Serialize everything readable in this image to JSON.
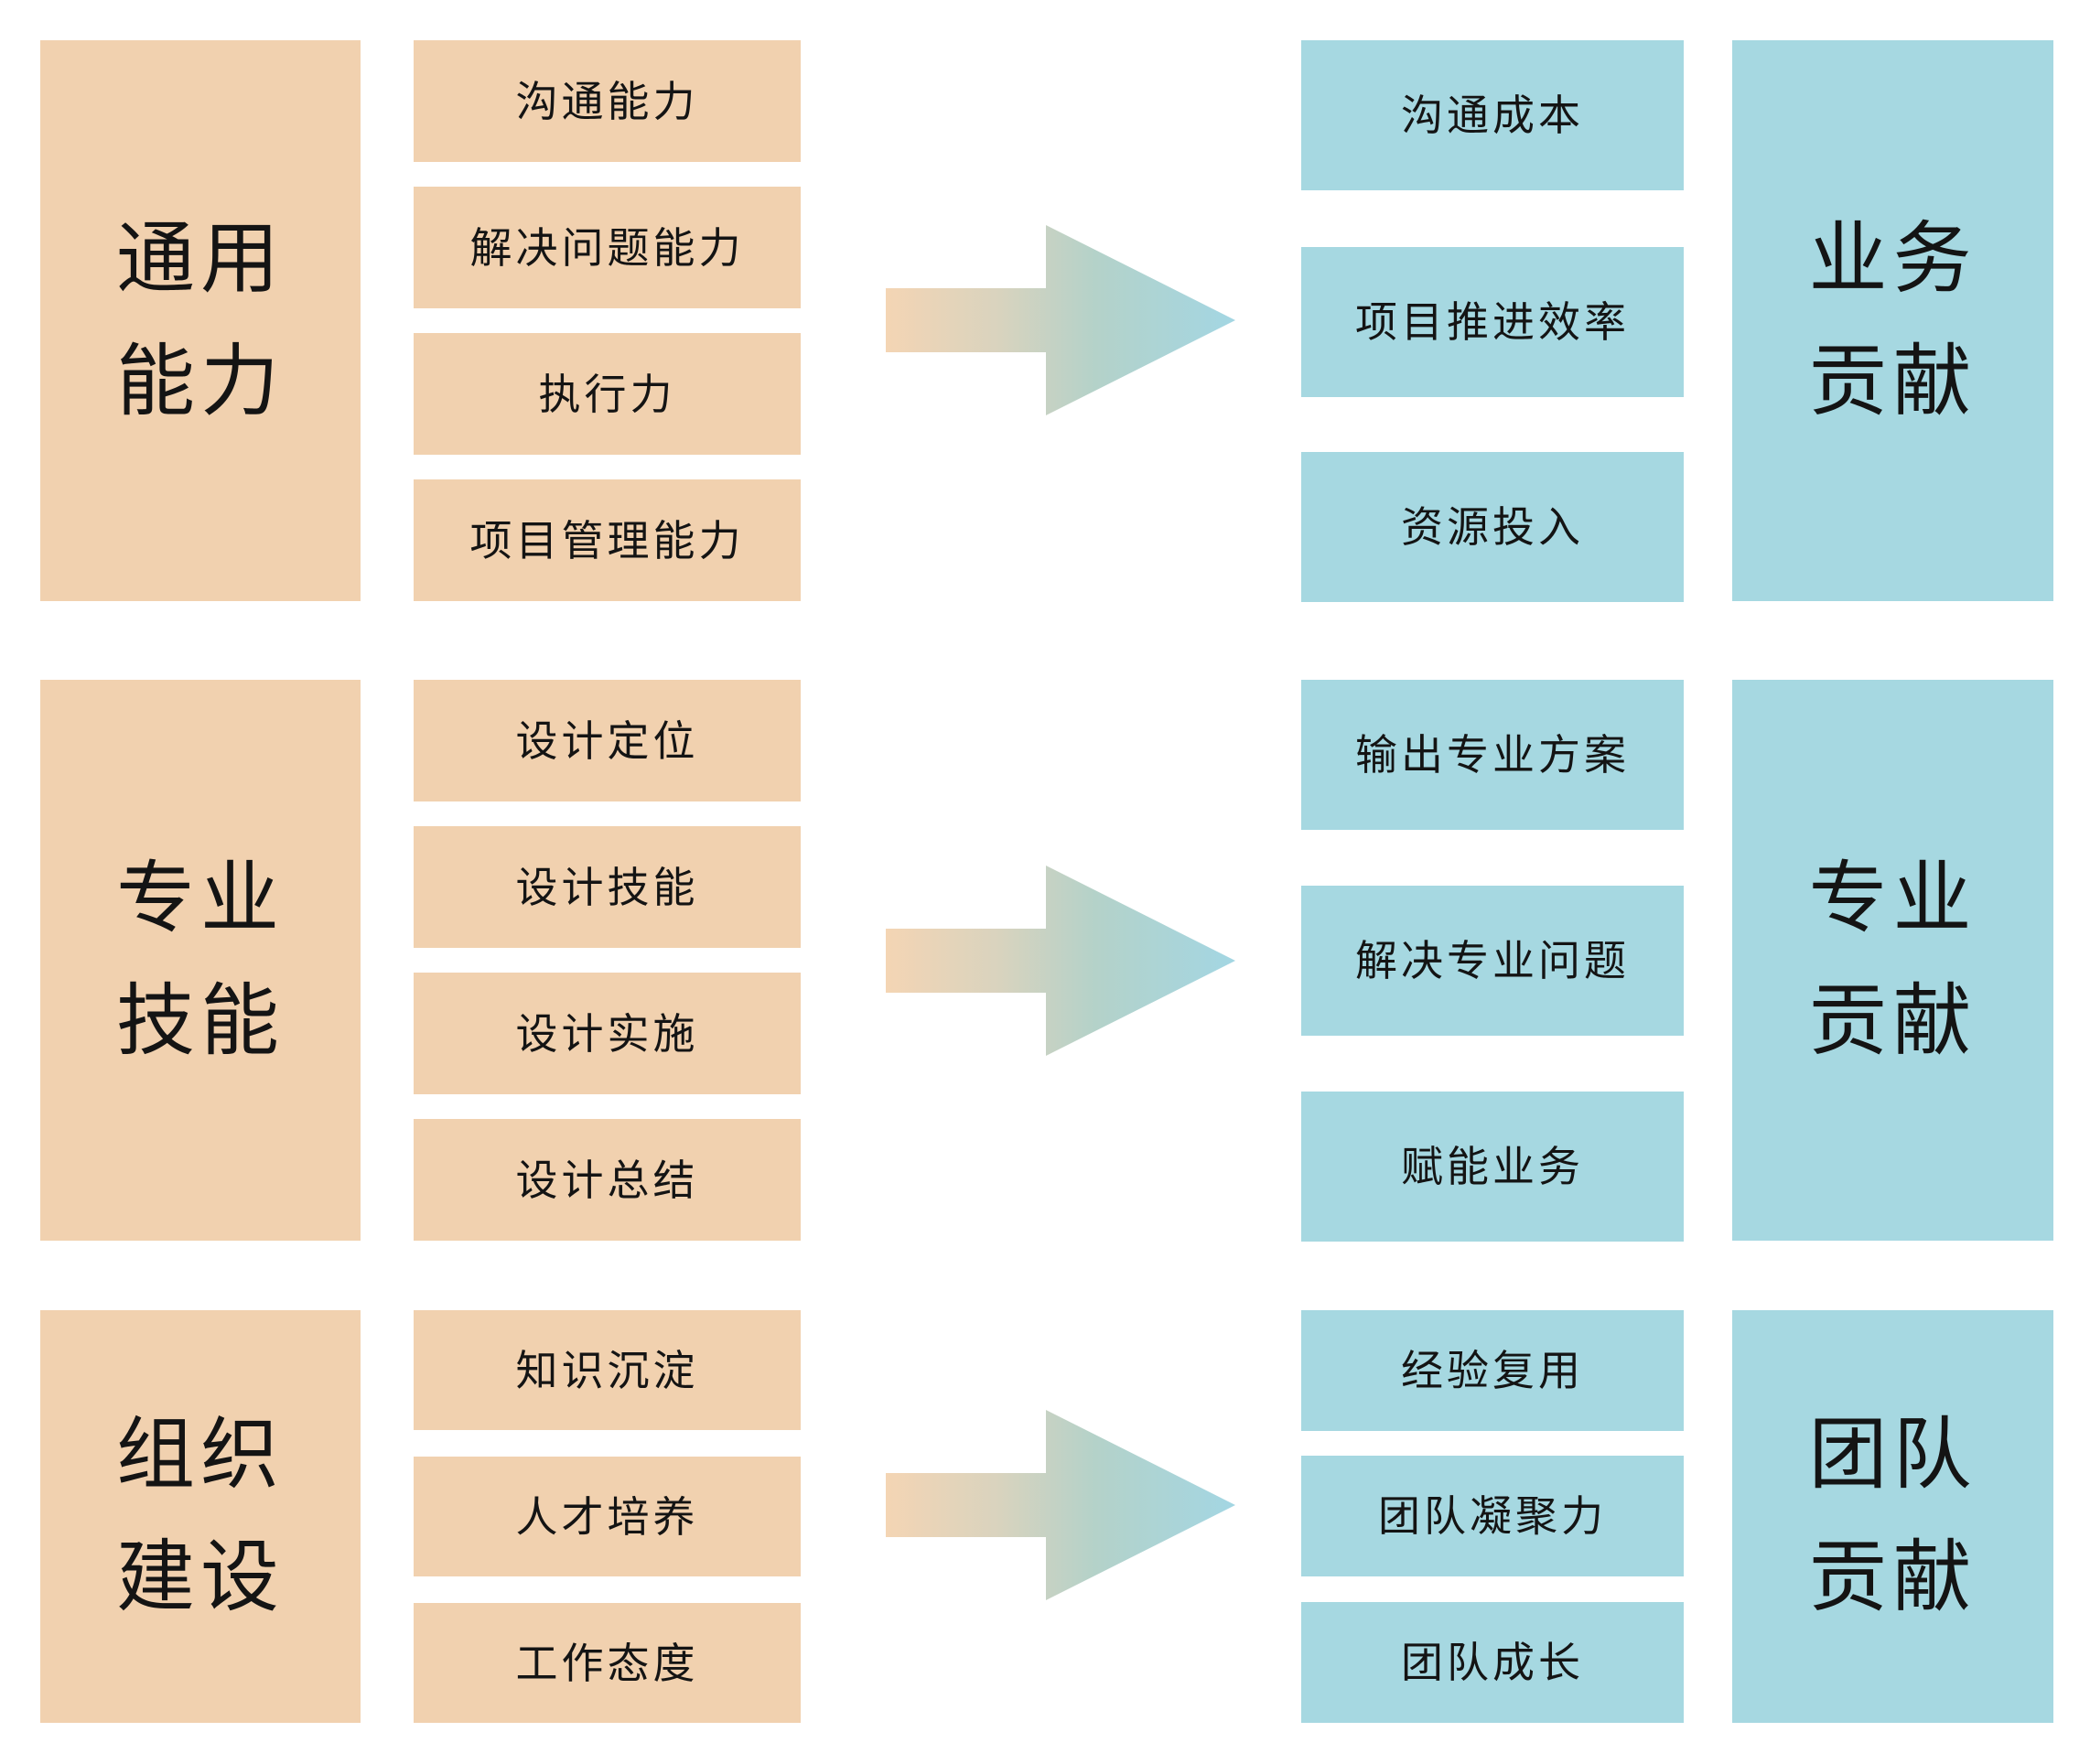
{
  "diagram": {
    "description": "capability to contribution flow diagram",
    "colors": {
      "capability_box": "#F1D1AF",
      "contribution_box": "#A6D8E1",
      "text": "#141414",
      "arrow_gradient_start": "#F4D5B4",
      "arrow_gradient_end": "#A3D6E3",
      "background": "#FFFFFF"
    },
    "icons": {
      "arrow": "right-arrow"
    }
  },
  "rows": [
    {
      "category": {
        "lines": [
          "通用",
          "能力"
        ]
      },
      "abilities": [
        "沟通能力",
        "解决问题能力",
        "执行力",
        "项目管理能力"
      ],
      "outcomes": [
        "沟通成本",
        "项目推进效率",
        "资源投入"
      ],
      "contribution": {
        "lines": [
          "业务",
          "贡献"
        ]
      }
    },
    {
      "category": {
        "lines": [
          "专业",
          "技能"
        ]
      },
      "abilities": [
        "设计定位",
        "设计技能",
        "设计实施",
        "设计总结"
      ],
      "outcomes": [
        "输出专业方案",
        "解决专业问题",
        "赋能业务"
      ],
      "contribution": {
        "lines": [
          "专业",
          "贡献"
        ]
      }
    },
    {
      "category": {
        "lines": [
          "组织",
          "建设"
        ]
      },
      "abilities": [
        "知识沉淀",
        "人才培养",
        "工作态度"
      ],
      "outcomes": [
        "经验复用",
        "团队凝聚力",
        "团队成长"
      ],
      "contribution": {
        "lines": [
          "团队",
          "贡献"
        ]
      }
    }
  ]
}
